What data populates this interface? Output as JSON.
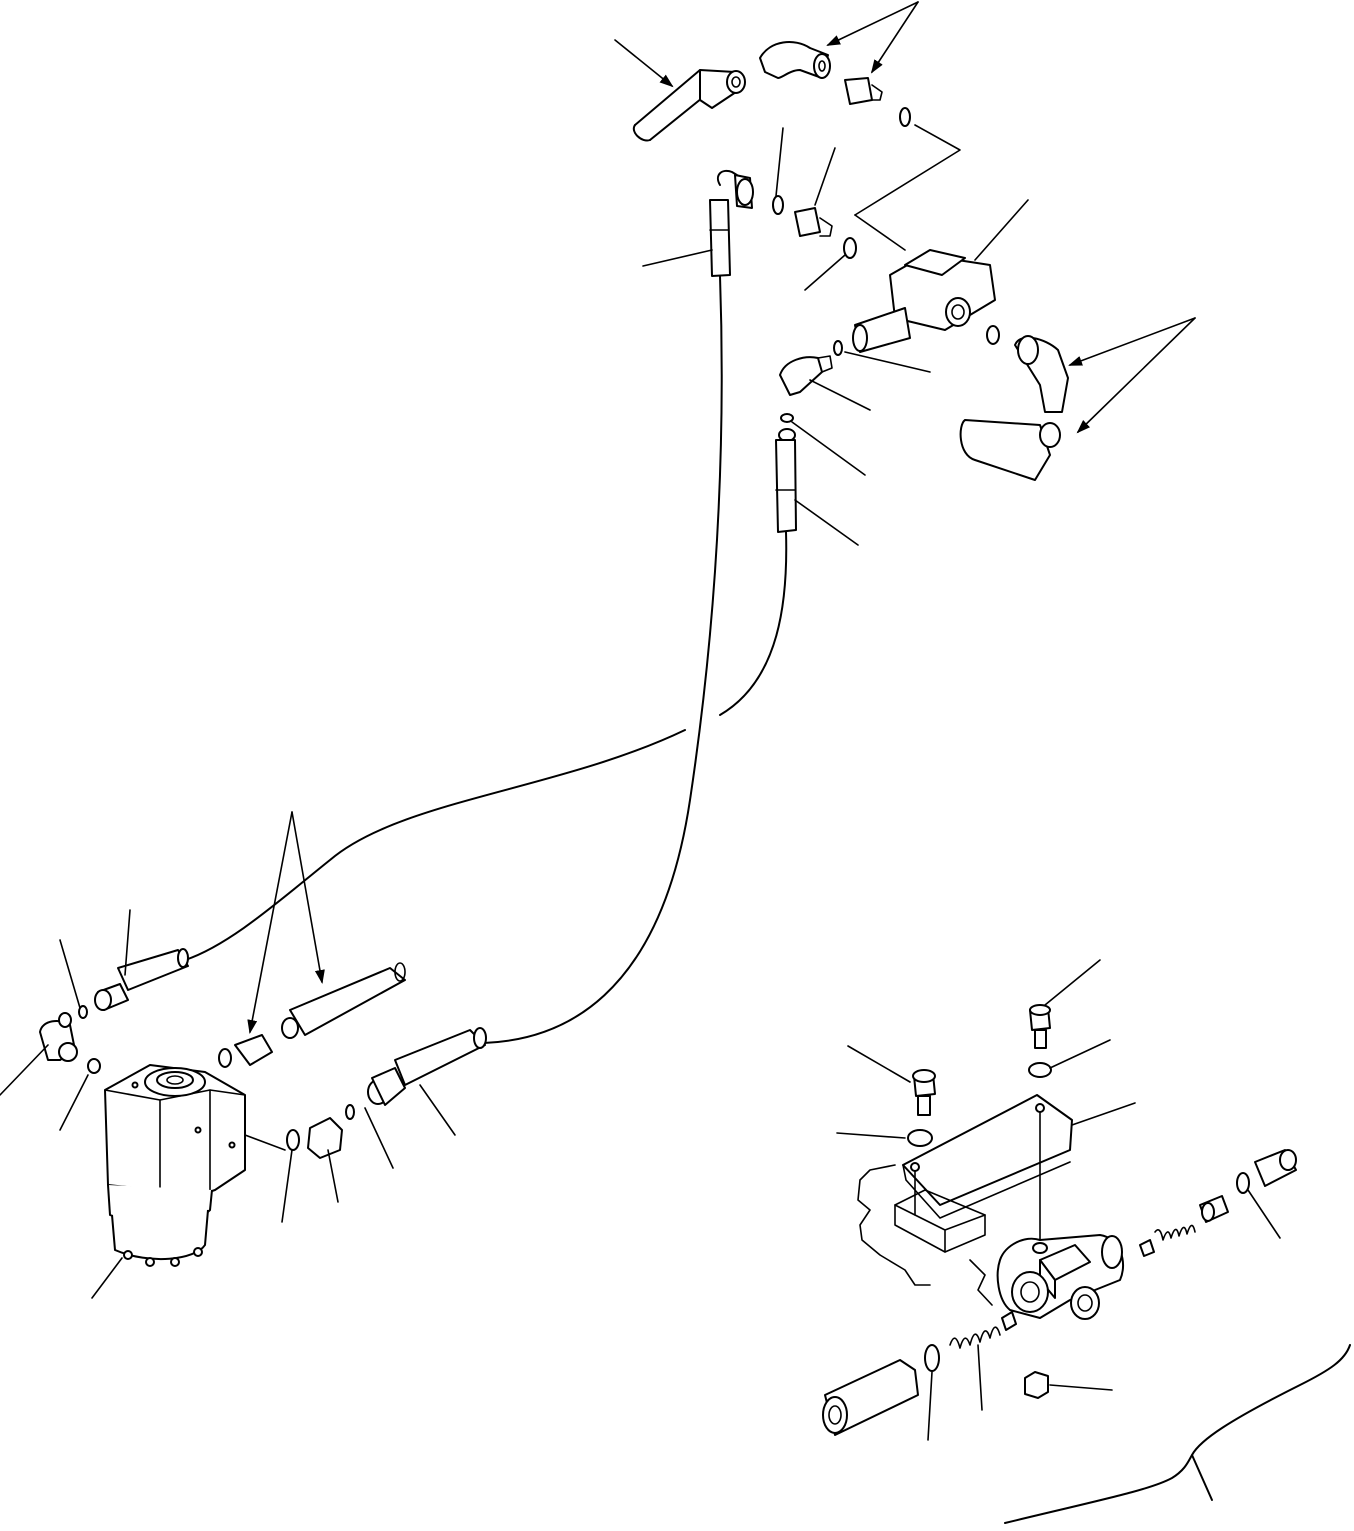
{
  "diagram": {
    "labels": [],
    "colors": {
      "line": "#000000",
      "background": "#ffffff"
    },
    "components": [
      "steering-unit",
      "priority-valve",
      "valve-block-detail",
      "hose-lines",
      "fittings",
      "o-rings",
      "mounting-plate",
      "cap-screws",
      "washers",
      "springs",
      "plugs"
    ]
  }
}
